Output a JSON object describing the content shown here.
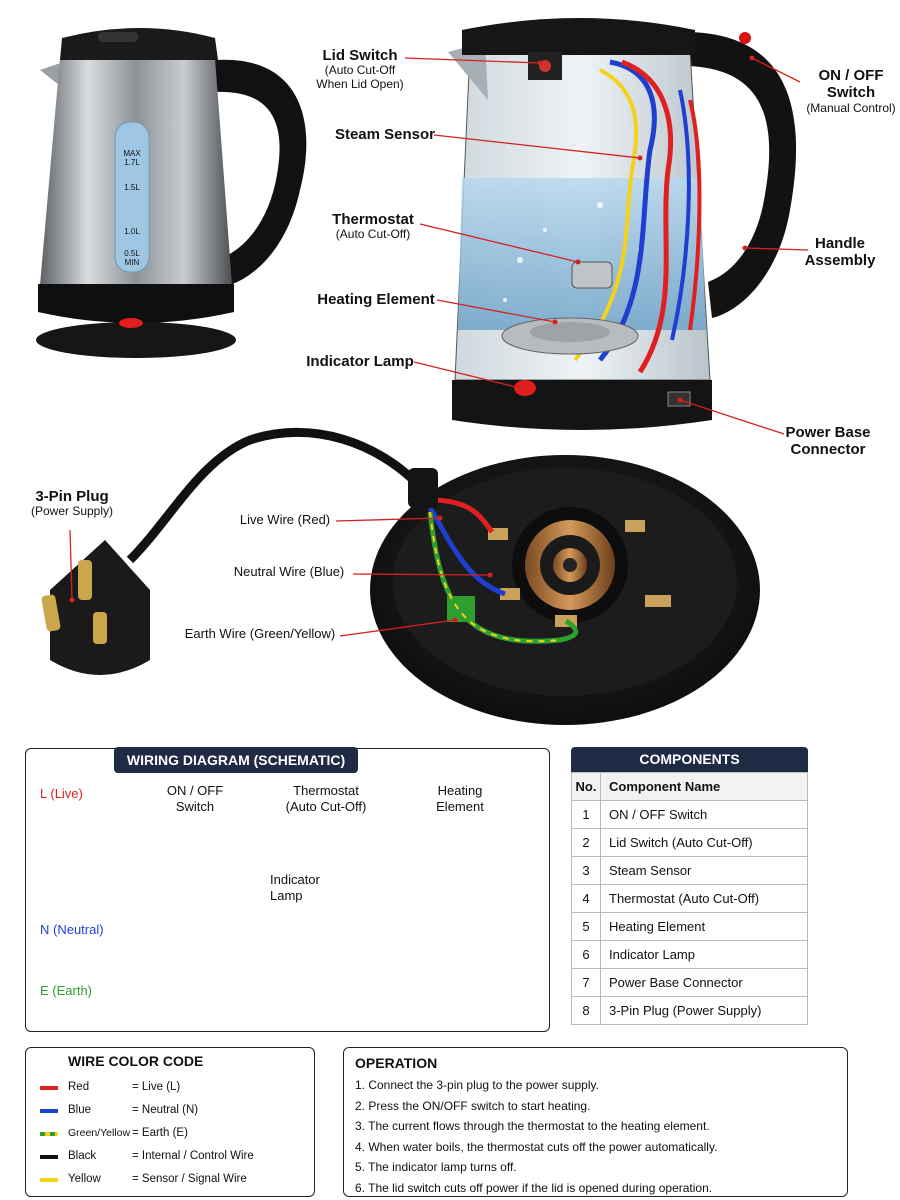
{
  "callouts": {
    "lid_switch": {
      "title": "Lid Switch",
      "sub1": "(Auto Cut-Off",
      "sub2": "When Lid Open)"
    },
    "steam_sensor": {
      "title": "Steam Sensor"
    },
    "thermostat": {
      "title": "Thermostat",
      "sub1": "(Auto Cut-Off)"
    },
    "heating_element": {
      "title": "Heating Element"
    },
    "indicator_lamp": {
      "title": "Indicator Lamp"
    },
    "on_off_switch": {
      "title1": "ON / OFF",
      "title2": "Switch",
      "sub1": "(Manual Control)"
    },
    "handle_assembly": {
      "title1": "Handle",
      "title2": "Assembly"
    },
    "power_base_connector": {
      "title1": "Power Base",
      "title2": "Connector"
    },
    "three_pin_plug": {
      "title": "3-Pin Plug",
      "sub1": "(Power Supply)"
    },
    "live_wire": {
      "title": "Live Wire (Red)"
    },
    "neutral_wire": {
      "title": "Neutral Wire (Blue)"
    },
    "earth_wire": {
      "title": "Earth Wire (Green/Yellow)"
    }
  },
  "gauge": {
    "max": "MAX",
    "max_val": "1.7L",
    "l15": "1.5L",
    "l10": "1.0L",
    "l05": "0.5L",
    "min": "MIN"
  },
  "wiring_diagram": {
    "title": "WIRING DIAGRAM (SCHEMATIC)",
    "live": "L (Live)",
    "neutral": "N (Neutral)",
    "earth": "E (Earth)",
    "switch1": "ON / OFF",
    "switch2": "Switch",
    "thermo1": "Thermostat",
    "thermo2": "(Auto Cut-Off)",
    "heat1": "Heating",
    "heat2": "Element",
    "lamp1": "Indicator",
    "lamp2": "Lamp"
  },
  "components": {
    "title": "COMPONENTS",
    "col_no": "No.",
    "col_name": "Component Name",
    "rows": [
      {
        "no": "1",
        "name": "ON / OFF Switch"
      },
      {
        "no": "2",
        "name": "Lid Switch (Auto Cut-Off)"
      },
      {
        "no": "3",
        "name": "Steam Sensor"
      },
      {
        "no": "4",
        "name": "Thermostat (Auto Cut-Off)"
      },
      {
        "no": "5",
        "name": "Heating Element"
      },
      {
        "no": "6",
        "name": "Indicator Lamp"
      },
      {
        "no": "7",
        "name": "Power Base Connector"
      },
      {
        "no": "8",
        "name": "3-Pin Plug (Power Supply)"
      }
    ]
  },
  "wire_color_code": {
    "title": "WIRE COLOR CODE",
    "rows": [
      {
        "color": "Red",
        "meaning": "= Live (L)",
        "hex": "#e02020"
      },
      {
        "color": "Blue",
        "meaning": "= Neutral (N)",
        "hex": "#1f3fd0"
      },
      {
        "color": "Green/Yellow",
        "meaning": "= Earth (E)",
        "hex": "#2e9e2e"
      },
      {
        "color": "Black",
        "meaning": "= Internal / Control Wire",
        "hex": "#111111"
      },
      {
        "color": "Yellow",
        "meaning": "= Sensor / Signal Wire",
        "hex": "#f2d21b"
      }
    ]
  },
  "operation": {
    "title": "OPERATION",
    "steps": [
      "1. Connect the 3-pin plug to the power supply.",
      "2. Press the ON/OFF switch to start heating.",
      "3. The current flows through the thermostat to the heating element.",
      "4. When water boils, the thermostat cuts off the power automatically.",
      "5. The indicator lamp turns off.",
      "6. The lid switch cuts off power if the lid is opened during operation."
    ]
  },
  "colors": {
    "live": "#e02020",
    "neutral": "#1f3fd0",
    "earth_green": "#2e9e2e",
    "earth_yellow": "#f2d21b",
    "header": "#1f2a44",
    "pointer": "#d22222"
  }
}
